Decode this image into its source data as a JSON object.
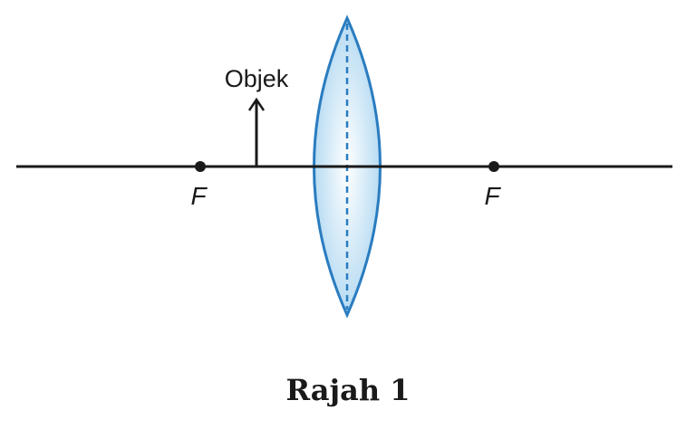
{
  "diagram": {
    "object_label": "Objek",
    "focal_left_label": "F",
    "focal_right_label": "F",
    "caption": "Rajah 1",
    "colors": {
      "axis": "#1a1a1a",
      "lens_stroke": "#2a7cc0",
      "lens_fill_center": "#ffffff",
      "lens_fill_edge": "#a8d4f0"
    }
  }
}
